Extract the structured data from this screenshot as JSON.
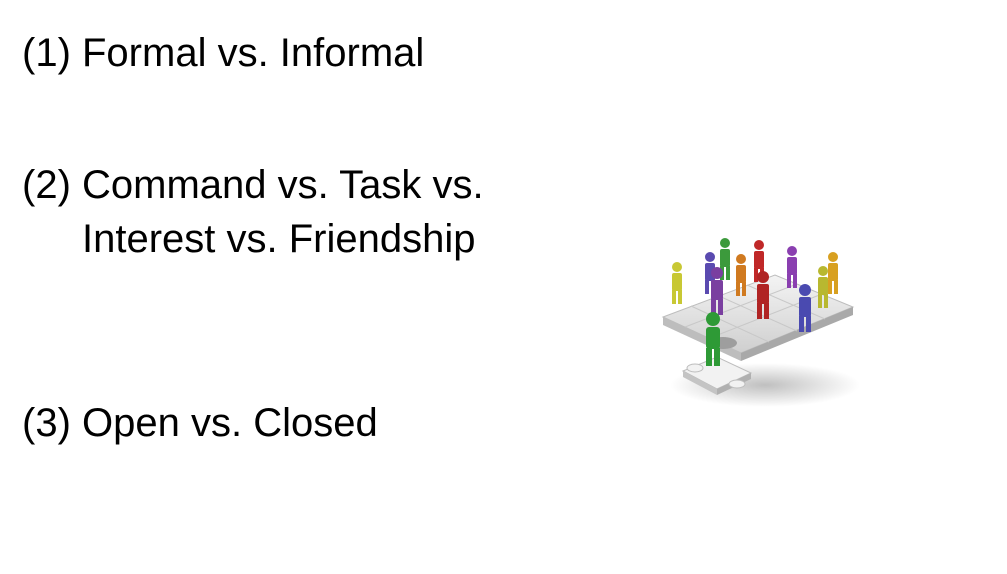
{
  "slide": {
    "items": [
      {
        "number": "(1)",
        "text": "Formal vs. Informal"
      },
      {
        "number": "(2)",
        "text": "Command vs. Task vs. Interest vs. Friendship"
      },
      {
        "number": "(3)",
        "text": "Open vs. Closed"
      }
    ],
    "illustration": {
      "icon": "people-on-puzzle-icon",
      "colors": [
        "#c8c834",
        "#7a3fa0",
        "#3c9a3c",
        "#d07a20",
        "#c02828",
        "#8a3fb0",
        "#4a4ab0",
        "#d8a020"
      ]
    }
  }
}
